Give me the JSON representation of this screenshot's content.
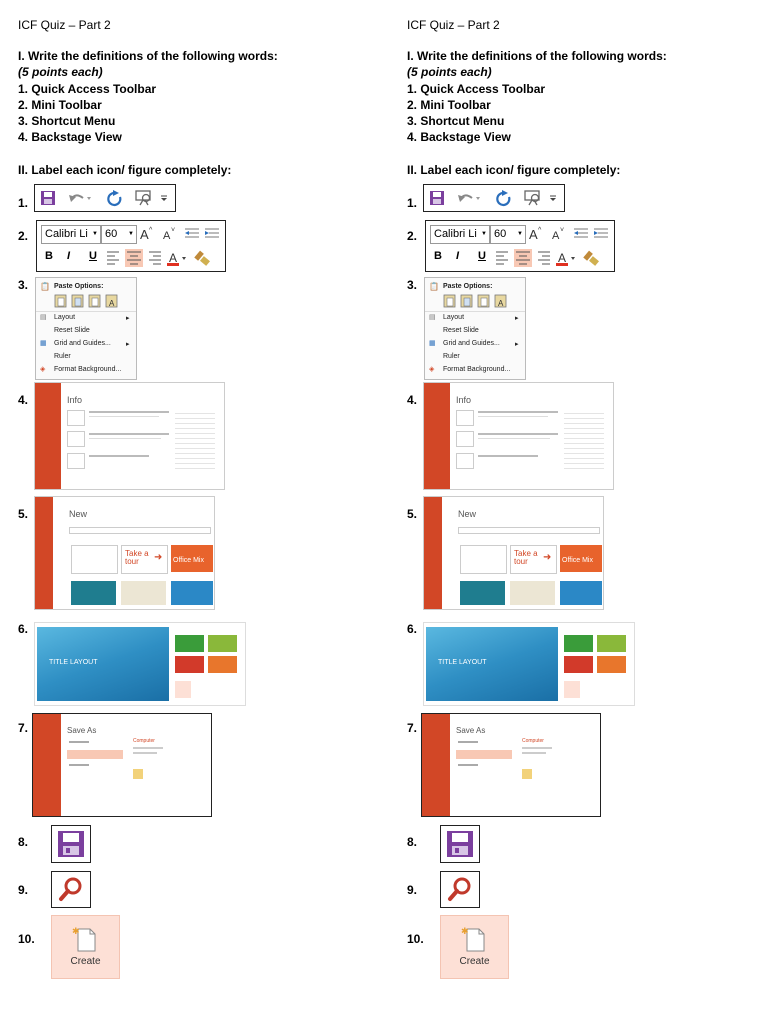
{
  "quiz": {
    "title": "ICF Quiz – Part 2",
    "section1": {
      "heading": "I. Write the definitions of the following words:",
      "points": "(5 points each)",
      "items": [
        "1. Quick Access Toolbar",
        "2. Mini Toolbar",
        "3. Shortcut Menu",
        "4. Backstage View"
      ]
    },
    "section2": {
      "heading": "II. Label each icon/ figure completely:",
      "numbers": [
        "1.",
        "2.",
        "3.",
        "4.",
        "5.",
        "6.",
        "7.",
        "8.",
        "9.",
        "10."
      ]
    }
  },
  "figures": {
    "mini_toolbar": {
      "font": "Calibri Li",
      "size": "60",
      "bold": "B",
      "italic": "I",
      "underline": "U",
      "font_color": "A"
    },
    "shortcut_menu": {
      "paste_options": "Paste Options:",
      "items": [
        "Layout",
        "Reset Slide",
        "Grid and Guides...",
        "Ruler",
        "Format Background..."
      ]
    },
    "backstage_info": {
      "heading": "Info"
    },
    "backstage_new": {
      "heading": "New",
      "take_tour": "Take a tour",
      "office_mix": "Office Mix"
    },
    "theme_preview": {
      "slide_title": "TITLE LAYOUT"
    },
    "backstage_saveas": {
      "heading": "Save As",
      "place": "Computer"
    },
    "create_button": {
      "label": "Create"
    }
  },
  "colors": {
    "accent": "#d24726",
    "save_purple": "#7b3f9e",
    "create_bg": "#fde0d6"
  }
}
